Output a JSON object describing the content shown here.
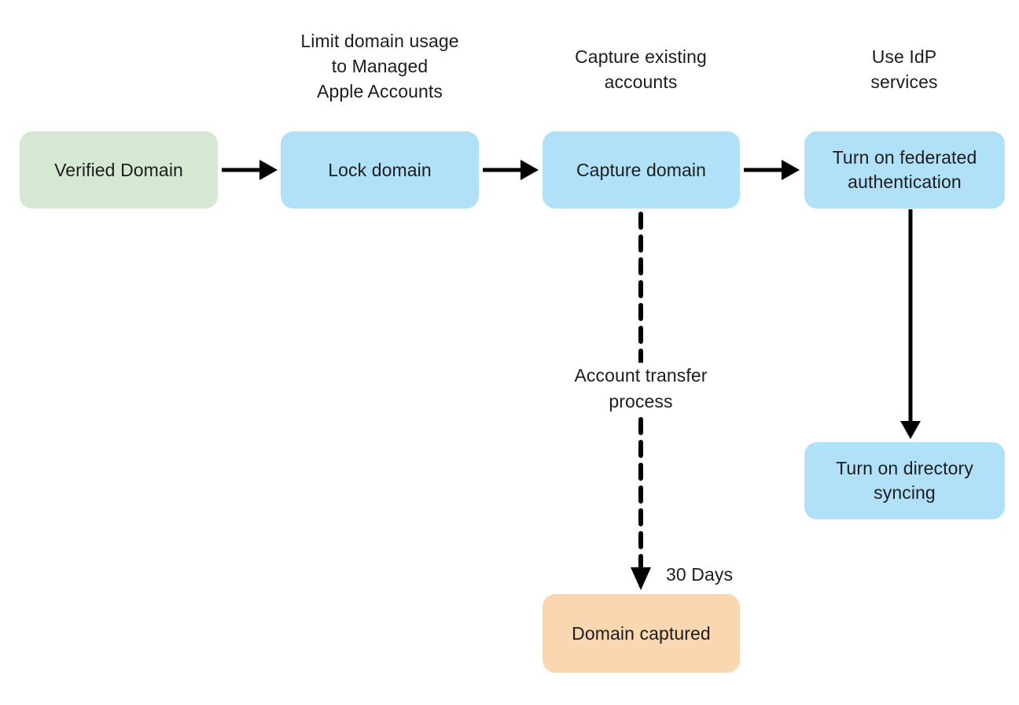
{
  "diagram": {
    "type": "flowchart",
    "colors": {
      "node_green": "#d5e8d2",
      "node_blue": "#b0e1f8",
      "node_orange": "#fad7b0",
      "text": "#1d1d1f",
      "arrow": "#000000",
      "background": "#ffffff"
    },
    "nodes": {
      "verified_domain": {
        "label": "Verified Domain",
        "color": "#d5e8d2"
      },
      "lock_domain": {
        "label": "Lock domain",
        "color": "#b0e1f8"
      },
      "capture_domain": {
        "label": "Capture domain",
        "color": "#b0e1f8"
      },
      "federated_auth": {
        "label": "Turn on federated\nauthentication",
        "color": "#b0e1f8"
      },
      "directory_syncing": {
        "label": "Turn on directory\nsyncing",
        "color": "#b0e1f8"
      },
      "domain_captured": {
        "label": "Domain captured",
        "color": "#fad7b0"
      }
    },
    "annotations": {
      "limit_domain_usage": "Limit domain usage\nto Managed\nApple Accounts",
      "capture_existing": "Capture existing\naccounts",
      "use_idp": "Use IdP\nservices",
      "account_transfer": "Account transfer\nprocess",
      "thirty_days": "30 Days"
    },
    "edges": [
      {
        "from": "verified_domain",
        "to": "lock_domain",
        "style": "solid"
      },
      {
        "from": "lock_domain",
        "to": "capture_domain",
        "style": "solid"
      },
      {
        "from": "capture_domain",
        "to": "federated_auth",
        "style": "solid"
      },
      {
        "from": "federated_auth",
        "to": "directory_syncing",
        "style": "solid"
      },
      {
        "from": "capture_domain",
        "to": "domain_captured",
        "style": "dashed",
        "label": "Account transfer\nprocess",
        "annotation": "30 Days"
      }
    ]
  }
}
